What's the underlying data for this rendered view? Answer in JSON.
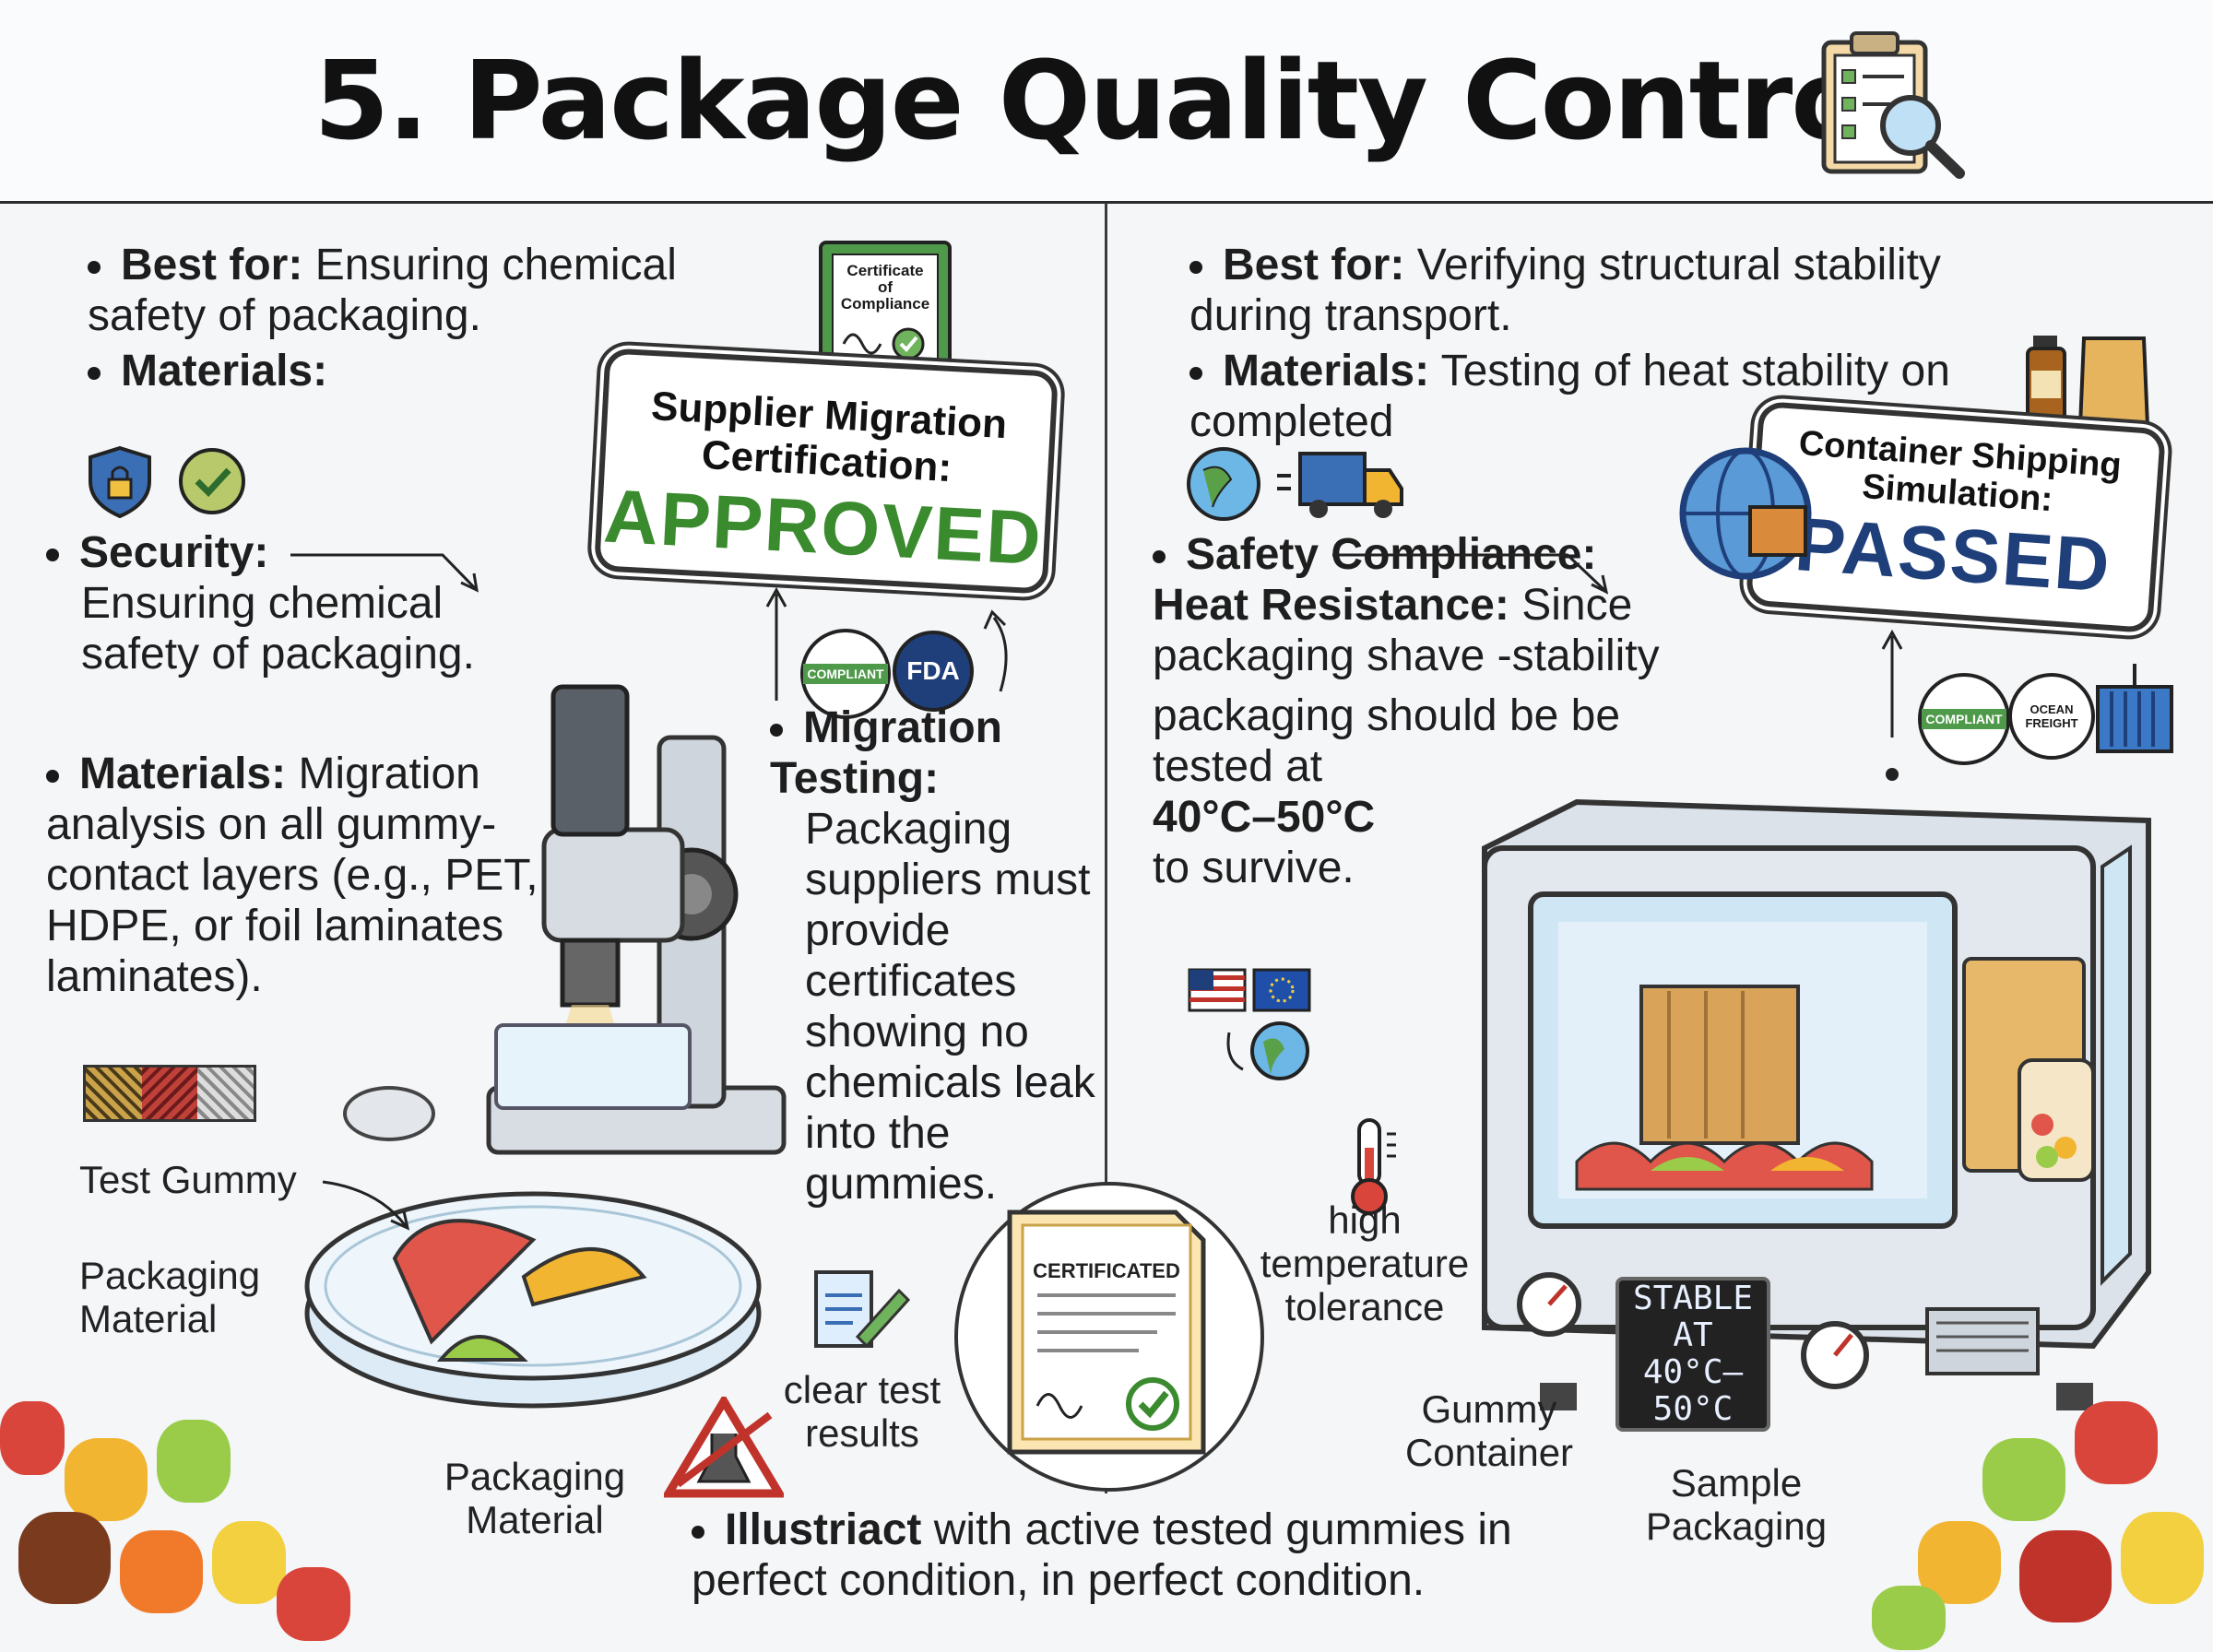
{
  "header": {
    "title": "5. Package Quality Control",
    "icon": "clipboard-magnifier-icon"
  },
  "left": {
    "best_for_label": "Best for:",
    "best_for_text": "Ensuring chemical safety of packaging.",
    "materials_label": "Materials:",
    "security_label": "Security:",
    "security_text": "Ensuring chemical safety of packaging.",
    "materials2_label": "Materials:",
    "materials2_text": "Migration analysis on all gummy-contact layers (e.g., PET, HDPE, or foil laminates laminates).",
    "certificate_small_line1": "Certificate",
    "certificate_small_line2": "of Compliance",
    "stamp_title": "Supplier Migration Certification:",
    "stamp_result": "APPROVED",
    "compliant_badge": "COMPLIANT",
    "fda_badge": "FDA",
    "migration_label": "Migration Testing:",
    "migration_text": "Packaging suppliers must provide certificates showing no chemicals leak into the gummies.",
    "label_test_gummy": "Test Gummy",
    "label_packaging_material_1": "Packaging Material",
    "label_packaging_material_2": "Packaging Material",
    "label_clear_results": "clear test results"
  },
  "right": {
    "best_for_label": "Best for:",
    "best_for_text": "Verifying structural stability during transport.",
    "materials_label": "Materials:",
    "materials_text": "Testing of heat stability on completed",
    "stamp_title": "Container Shipping Simulation:",
    "stamp_result": "PASSED",
    "safety_label": "Safety Compliance:",
    "heat_label": "Heat Resistance:",
    "heat_text_1": "Since packaging shave -stability",
    "heat_text_2": "packaging should be be tested at",
    "heat_range": "40°C–50°C",
    "heat_text_3": "to survive.",
    "compliant_badge": "COMPLIANT",
    "ocean_badge": "OCEAN FREIGHT",
    "display_line1": "STABLE AT",
    "display_line2": "40°C–50°C",
    "label_high_temp": "high temperature tolerance",
    "label_gummy_container": "Gummy Container",
    "label_sample_packaging": "Sample Packaging"
  },
  "center": {
    "certificated": "CERTIFICATED",
    "illustration_bold": "Illustriact",
    "illustration_text": "with active tested gummies in perfect condition, in perfect condition."
  },
  "colors": {
    "approved_green": "#3a8a2e",
    "passed_blue": "#1f3f7a",
    "divider": "#3a3a3a"
  }
}
